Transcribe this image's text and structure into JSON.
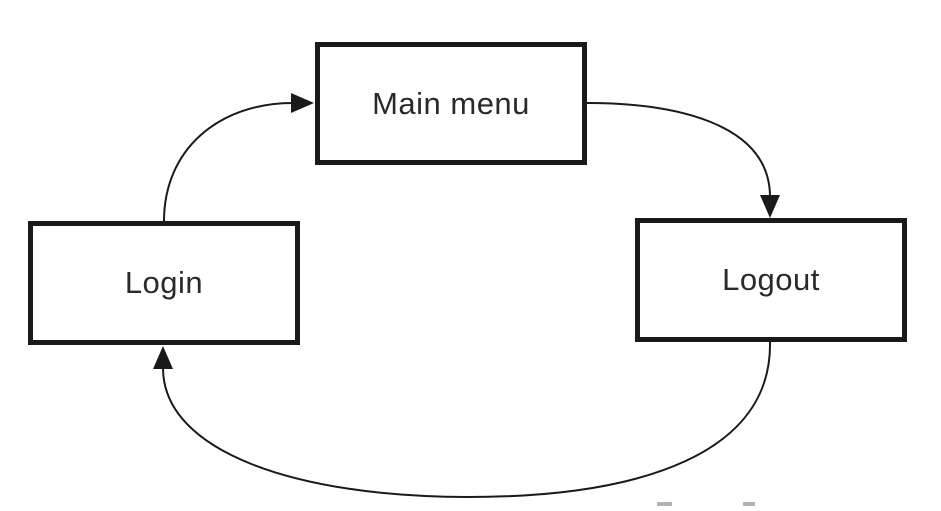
{
  "diagram": {
    "nodes": [
      {
        "id": "login",
        "label": "Login"
      },
      {
        "id": "main-menu",
        "label": "Main menu"
      },
      {
        "id": "logout",
        "label": "Logout"
      }
    ],
    "edges": [
      {
        "from": "Login",
        "to": "Main menu",
        "direction": "login-top to main-menu-left, arrow points right"
      },
      {
        "from": "Main menu",
        "to": "Logout",
        "direction": "main-menu-right to logout-top, arrow points down"
      },
      {
        "from": "Logout",
        "to": "Login",
        "direction": "logout-bottom sweeping under to login-bottom, arrow points up"
      }
    ],
    "colors": {
      "background": "#ffffff",
      "box_fill": "#ffffff",
      "box_border": "#1a1a1a",
      "line": "#1a1a1a",
      "text": "#2a2a2a",
      "artifact": "#999999"
    }
  }
}
